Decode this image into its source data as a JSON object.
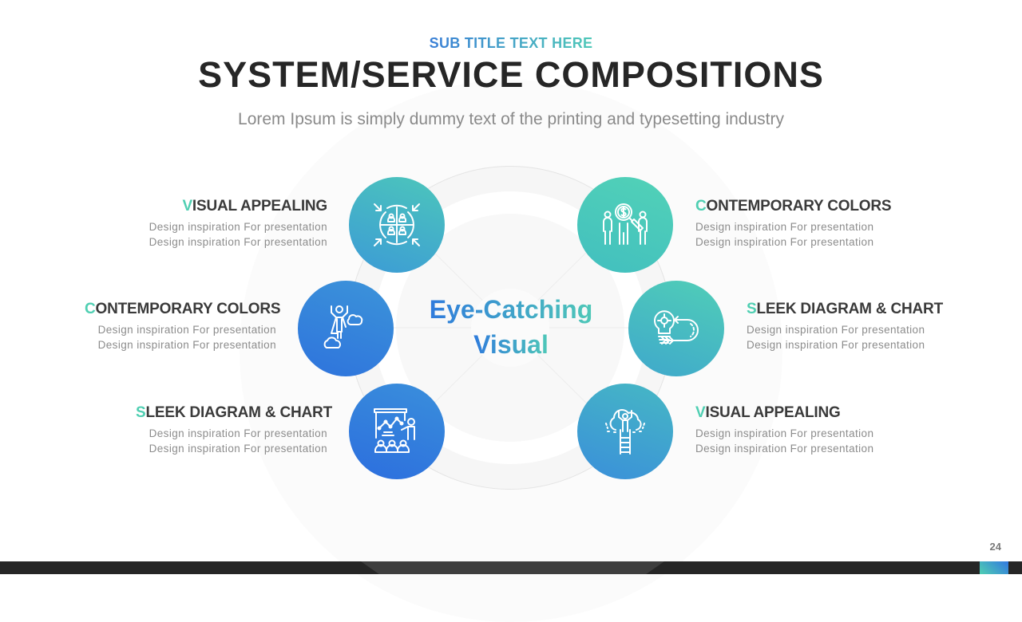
{
  "header": {
    "subtitle": "SUB TITLE TEXT HERE",
    "title": "SYSTEM/SERVICE COMPOSITIONS",
    "lead": "Lorem Ipsum is simply dummy text of the printing and typesetting industry"
  },
  "center": {
    "line1": "Eye-Catching",
    "line2": "Visual"
  },
  "items": [
    {
      "first": "V",
      "rest": "ISUAL APPEALING",
      "desc1": "Design inspiration For presentation",
      "desc2": "Design inspiration For presentation",
      "icon": "teamwork-globe-icon"
    },
    {
      "first": "C",
      "rest": "ONTEMPORARY COLORS",
      "desc1": "Design inspiration For presentation",
      "desc2": "Design inspiration For presentation",
      "icon": "money-search-people-icon"
    },
    {
      "first": "C",
      "rest": "ONTEMPORARY COLORS",
      "desc1": "Design inspiration For presentation",
      "desc2": "Design inspiration For presentation",
      "icon": "superhero-cloud-icon"
    },
    {
      "first": "S",
      "rest": "LEEK DIAGRAM & CHART",
      "desc1": "Design inspiration For presentation",
      "desc2": "Design inspiration For presentation",
      "icon": "lightbulb-target-arrow-icon"
    },
    {
      "first": "S",
      "rest": "LEEK DIAGRAM & CHART",
      "desc1": "Design inspiration For presentation",
      "desc2": "Design inspiration For presentation",
      "icon": "presentation-board-icon"
    },
    {
      "first": "V",
      "rest": "ISUAL APPEALING",
      "desc1": "Design inspiration For presentation",
      "desc2": "Design inspiration For presentation",
      "icon": "cloud-ladder-success-icon"
    }
  ],
  "footer": {
    "page_number": "24"
  },
  "colors": {
    "accent_teal": "#4fcfb2",
    "accent_blue": "#2e73dd",
    "title": "#262626",
    "footer": "#262626"
  }
}
